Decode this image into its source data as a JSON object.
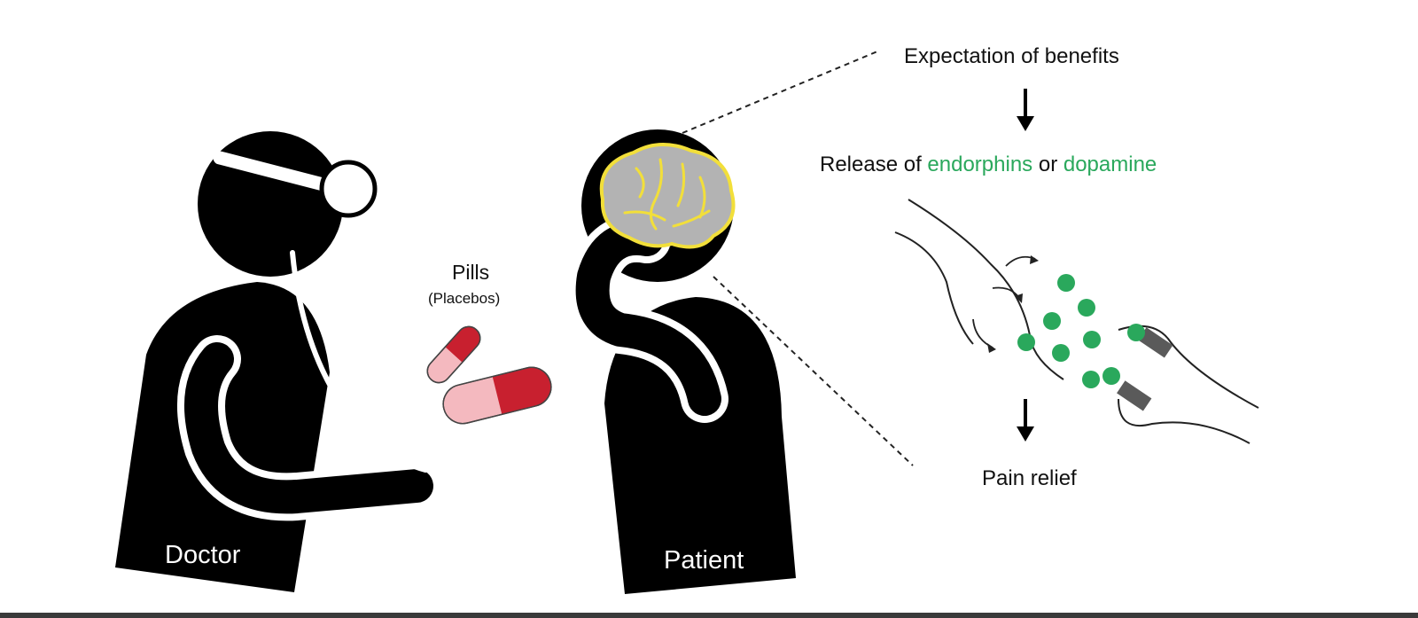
{
  "labels": {
    "pills": "Pills",
    "placebos": "(Placebos)",
    "doctor": "Doctor",
    "patient": "Patient",
    "expectation": "Expectation of benefits",
    "release_prefix": "Release of ",
    "endorphins": "endorphins",
    "release_mid": " or ",
    "dopamine": "dopamine",
    "pain_relief": "Pain relief"
  },
  "icons": {
    "doctor": "doctor-figure-icon",
    "patient": "patient-figure-icon",
    "brain": "brain-icon",
    "head_mirror": "head-mirror-icon",
    "stethoscope": "stethoscope-icon",
    "pill": "capsule-icon",
    "neuron": "synapse-icon",
    "molecule": "neurotransmitter-dot-icon",
    "receptor": "receptor-icon",
    "arrow": "arrow-down-icon"
  },
  "colors": {
    "figure": "#000000",
    "accent_green": "#2aa85c",
    "brain_fill": "#b3b3b3",
    "brain_outline": "#f2df3a",
    "pill_red": "#c8202f",
    "pill_pink": "#f4b9bf",
    "receptor": "#5a5a5a"
  }
}
